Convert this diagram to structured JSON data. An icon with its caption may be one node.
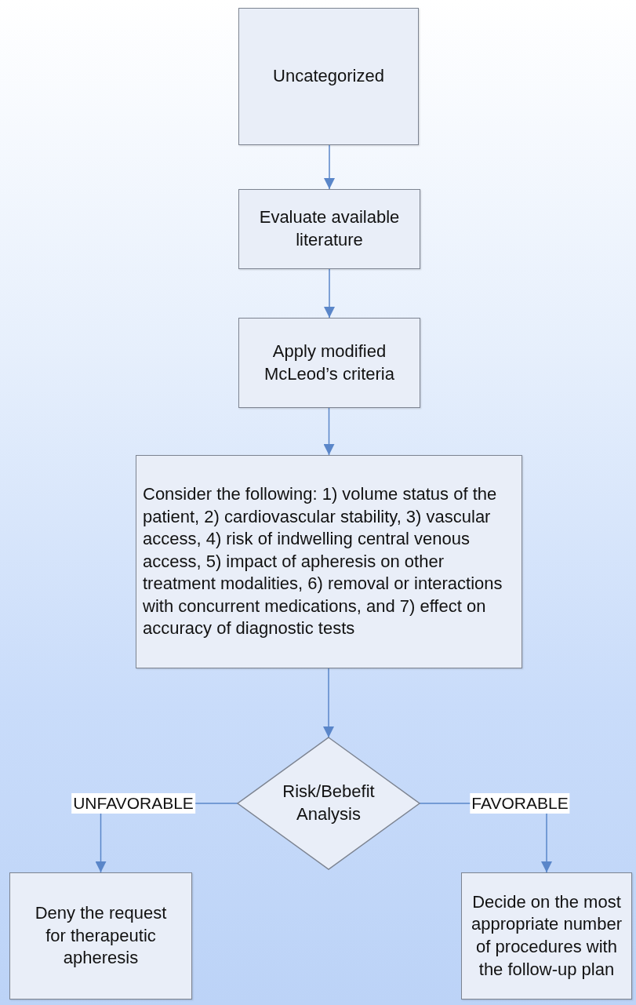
{
  "diagram": {
    "nodes": [
      {
        "text": [
          "Uncategorized"
        ]
      },
      {
        "text": [
          "Evaluate available literature"
        ]
      },
      {
        "text": [
          "Apply modified McLeod’s criteria"
        ]
      },
      {
        "text": [
          "Consider the following: 1) volume status of the patient, 2) cardiovascular stability, 3) vascular access, 4) risk of indwelling central venous access, 5) impact of apheresis on other treatment modalities, 6) removal or interactions with concurrent medications, and 7) effect on accuracy of diagnostic tests"
        ]
      },
      {
        "text": [
          "Risk/Bebefit Analysis"
        ]
      },
      {
        "text": [
          "Deny the request for therapeutic apheresis"
        ]
      },
      {
        "text": [
          "Decide on the most appropriate number of procedures with the follow-up plan"
        ]
      }
    ],
    "edges": [
      {
        "from": 0,
        "to": 1,
        "arrow": "to"
      },
      {
        "from": 1,
        "to": 2,
        "arrow": "to"
      },
      {
        "from": 2,
        "to": 3,
        "arrow": "to"
      },
      {
        "from": 3,
        "to": 4,
        "arrow": "to"
      },
      {
        "from": 4,
        "to": 5,
        "arrow": "to",
        "label": "UNFAVORABLE"
      },
      {
        "from": 4,
        "to": 6,
        "arrow": "to",
        "label": "FAVORABLE"
      }
    ]
  }
}
